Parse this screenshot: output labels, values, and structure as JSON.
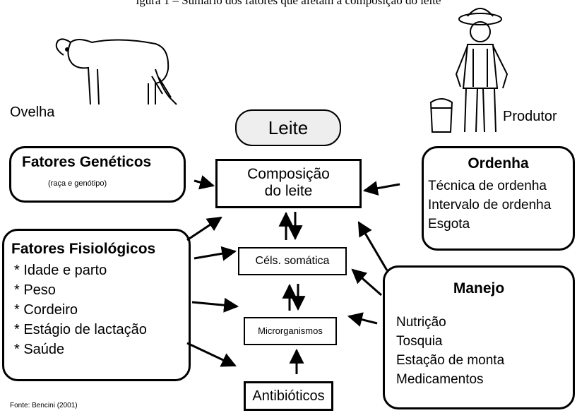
{
  "caption_partial": "igura 1 – Sumário dos fatores que afetam a composição do leite",
  "labels": {
    "ovelha": "Ovelha",
    "produtor": "Produtor",
    "fonte": "Fonte: Bencini (2001)"
  },
  "nodes": {
    "leite": "Leite",
    "composicao": [
      "Composição",
      "do leite"
    ],
    "cels": "Céls. somática",
    "micro": "Microrganismos",
    "antibioticos": "Antibióticos",
    "geneticos": {
      "title": "Fatores Genéticos",
      "subtitle": "(raça e genótipo)"
    },
    "fisiologicos": {
      "title": "Fatores Fisiológicos",
      "items": [
        "* Idade e parto",
        "* Peso",
        "* Cordeiro",
        "* Estágio de lactação",
        "* Saúde"
      ]
    },
    "ordenha": {
      "title": "Ordenha",
      "items": [
        "Técnica de ordenha",
        "Intervalo de ordenha",
        "Esgota"
      ]
    },
    "manejo": {
      "title": "Manejo",
      "items": [
        "Nutrição",
        "Tosquia",
        "Estação de monta",
        "Medicamentos"
      ]
    }
  }
}
